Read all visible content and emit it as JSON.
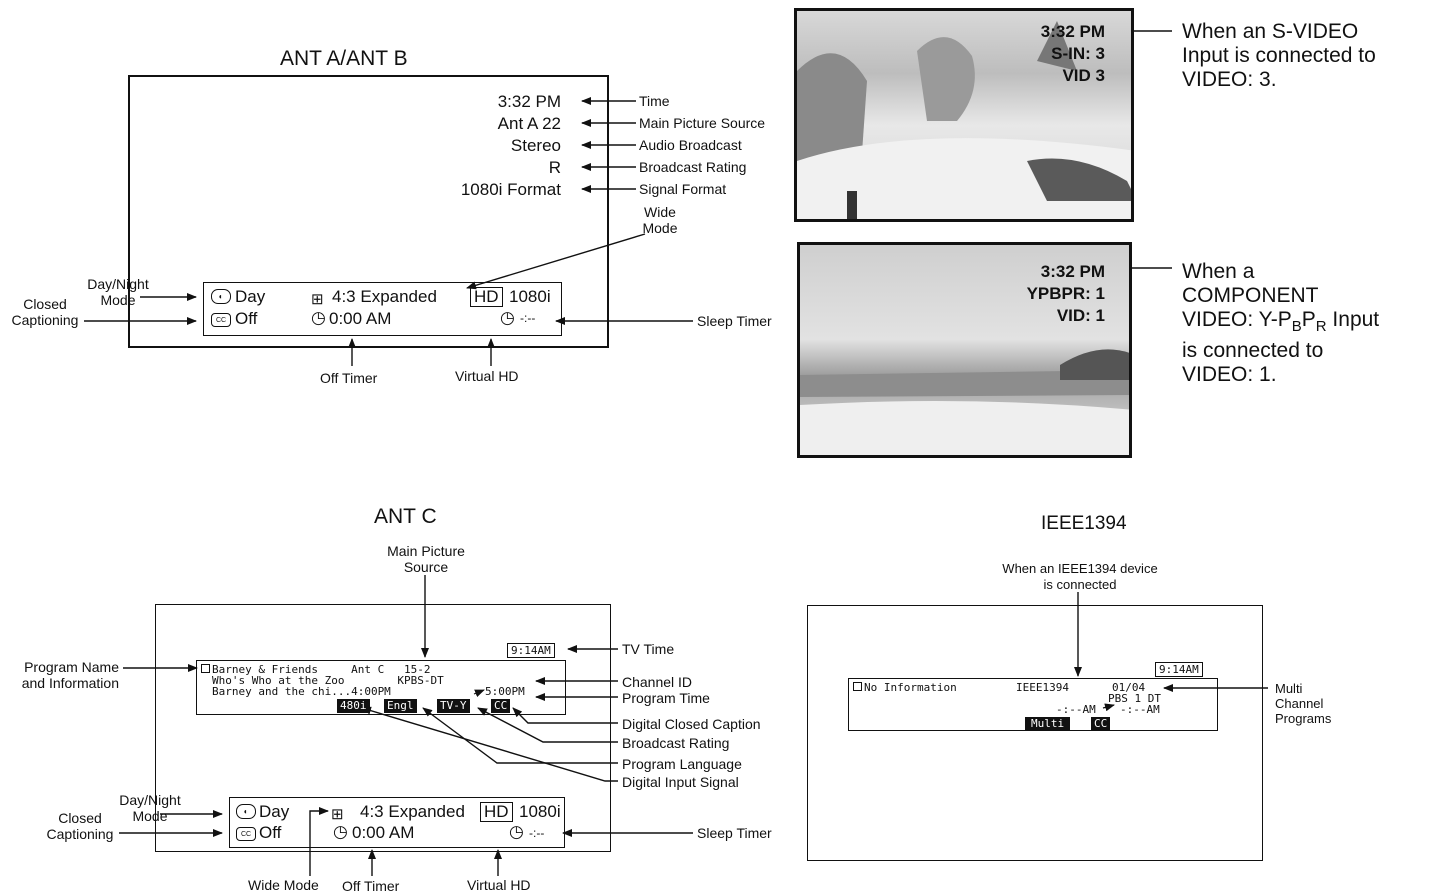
{
  "ant_ab": {
    "title": "ANT A/ANT B",
    "osd_right": [
      "3:32 PM",
      "Ant  A  22",
      "Stereo",
      "R",
      "1080i Format"
    ],
    "callouts": [
      "Time",
      "Main Picture Source",
      "Audio Broadcast",
      "Broadcast Rating",
      "Signal Format"
    ],
    "wide_mode_label": "Wide\nMode",
    "status": {
      "day": "Day",
      "expanded": "4:3 Expanded",
      "hd": "HD",
      "res": "1080i",
      "off": "Off",
      "off_time": "0:00 AM",
      "sleep": "-:--"
    },
    "left_labels": {
      "day_night": "Day/Night\nMode",
      "closed": "Closed\nCaptioning"
    },
    "bottom_labels": {
      "off_timer": "Off Timer",
      "virtual_hd": "Virtual HD",
      "sleep_timer": "Sleep Timer"
    }
  },
  "svideo": {
    "time": "3:32 PM",
    "line2": "S-IN: 3",
    "line3": "VID 3",
    "caption": "When an S-VIDEO\nInput is connected to\nVIDEO: 3."
  },
  "component": {
    "time": "3:32 PM",
    "line2": "YPBPR: 1",
    "line3": "VID: 1",
    "caption_1": "When a\nCOMPONENT",
    "caption_2a": "VIDEO: Y-P",
    "caption_sub_b": "B",
    "caption_p2": "P",
    "caption_sub_r": "R",
    "caption_2b": " Input",
    "caption_3": "is connected to\nVIDEO: 1."
  },
  "ant_c": {
    "title": "ANT C",
    "main_source_label": "Main Picture\nSource",
    "tv_time": "9:14AM",
    "tv_time_label": "TV Time",
    "line1": "Barney & Friends     Ant C   15-2",
    "line2": "Who's Who at the Zoo        KPBS-DT",
    "line3a": "Barney and the chi...4:00PM",
    "line3b": "5:00PM",
    "chips": [
      "480i",
      "Engl",
      "TV-Y",
      "CC"
    ],
    "left_label": "Program Name\nand Information",
    "right_labels": [
      "Channel ID",
      "Program Time",
      "Digital Closed Caption",
      "Broadcast Rating",
      "Program Language",
      "Digital Input Signal"
    ],
    "status": {
      "day": "Day",
      "expanded": "4:3 Expanded",
      "hd": "HD",
      "res": "1080i",
      "off": "Off",
      "off_time": "0:00 AM",
      "sleep": "-:--"
    },
    "left_labels": {
      "day_night": "Day/Night\nMode",
      "closed": "Closed\nCaptioning"
    },
    "bottom_labels": {
      "wide_mode": "Wide Mode",
      "off_timer": "Off Timer",
      "virtual_hd": "Virtual HD",
      "sleep_timer": "Sleep Timer"
    }
  },
  "ieee": {
    "title": "IEEE1394",
    "top_label": "When an IEEE1394 device\nis connected",
    "tv_time": "9:14AM",
    "line1a": "No Information",
    "line1b": "IEEE1394",
    "line1c": "01/04",
    "line2": "PBS 1 DT",
    "line3a": "-:--AM",
    "line3b": "-:--AM",
    "chips": [
      "Multi",
      "CC"
    ],
    "right_label": "Multi\nChannel\nPrograms"
  }
}
